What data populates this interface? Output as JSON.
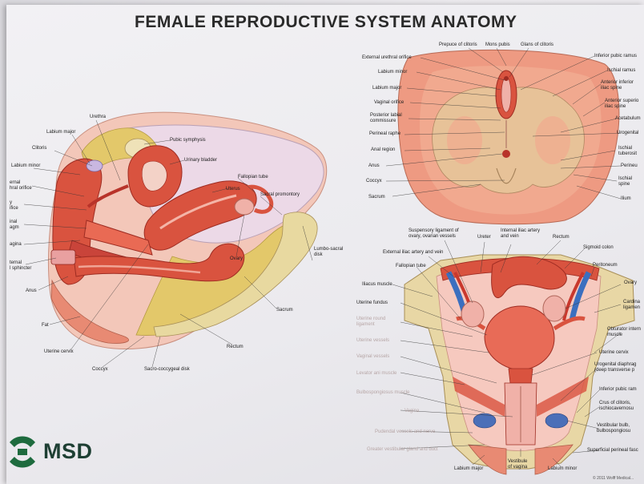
{
  "title": "FEMALE REPRODUCTIVE SYSTEM ANATOMY",
  "logo": {
    "text": "MSD",
    "icon": "msd-logo-icon"
  },
  "copyright": "© 2011 Wolff Medical...",
  "sagittal_labels": {
    "urethra": "Urethra",
    "labium_major": "Labium major",
    "clitoris": "Clitoris",
    "labium_minor": "Labium minor",
    "urethral_orifice": "ernal\nhral orifice",
    "vaginal_orifice": "y\nifice",
    "hymen": "inal\nagm",
    "vagina": "agina",
    "anal_sphincter": "ternal\nl sphincter",
    "anus": "Anus",
    "fat": "Fat",
    "uterine_cervix": "Uterine cervix",
    "coccyx": "Coccyx",
    "sacrococcygeal": "Sacro-coccygeal disk",
    "rectum": "Rectum",
    "sacrum": "Sacrum",
    "lumbosacral": "Lumbo-sacral\ndisk",
    "sacral_promontory": "Sacral promontory",
    "ovary": "Ovary",
    "fallopian_tube": "Fallopian tube",
    "uterus": "Uterus",
    "urinary_bladder": "Urinary bladder",
    "pubic_symphysis": "Pubic symphysis"
  },
  "perineum_labels": {
    "prepuce": "Prepuce of clitoris",
    "mons_pubis": "Mons pubis",
    "glans": "Glans of clitoris",
    "ext_urethral": "External urethral orifice",
    "labium_minor": "Labium minor",
    "labium_major": "Labium major",
    "vaginal_orifice": "Vaginal orifice",
    "post_labial": "Posterior labial\ncommissure",
    "perineal_raphe": "Perineal raphe",
    "anal_region": "Anal region",
    "anus": "Anus",
    "coccyx": "Coccyx",
    "sacrum": "Sacrum",
    "inf_pubic_ramus": "Inferior pubic ramus",
    "ischial_ramus": "Ischial ramus",
    "ant_inf_iliac": "Anterior inferior\niliac spine",
    "ant_sup_iliac": "Anterior superio\niliac spine",
    "acetabulum": "Acetabulum",
    "urogenital": "Urogenital",
    "ischial_tuberosity": "Ischial\ntuberosit",
    "perineum": "Perineu",
    "ischial_spine": "Ischial\nspine",
    "ilium": "Ilium"
  },
  "coronal_labels": {
    "suspensory": "Suspensory ligament of\novary, ovarian vessels",
    "ext_iliac": "External iliac artery and vein",
    "ureter": "Ureter",
    "int_iliac": "Internal iliac artery\nand vein",
    "rectum": "Rectum",
    "sigmoid": "Sigmoid colon",
    "peritoneum": "Peritoneum",
    "fallopian_tube": "Fallopian tube",
    "iliacus": "Iliacus muscle",
    "ovary": "Ovary",
    "uterine_fundus": "Uterine fundus",
    "cardinal": "Cardina\nligamen",
    "round_lig": "Uterine round\nligament",
    "obturator": "Obturator intern\nmuscle",
    "uterine_vessels": "Uterine vessels",
    "vaginal_vessels": "Vaginal vessels",
    "uterine_cervix": "Uterine cervix",
    "levator": "Levator ani muscle",
    "urogenital_diaph": "Urogenital diaphrag\n(deep transverse p",
    "bulbospongiosus_faded": "Bulbospongiosus muscle",
    "inf_pubic_ramus": "Inferior pubic ram",
    "vagina": "Vagina",
    "crus": "Crus of clitoris,\nischiocavernosu",
    "pudendal": "Pudendal vessels and nerve",
    "vestibular_bulb": "Vestibular bulb,\nbulbospongiosu",
    "gland": "Greater vestibular gland and duct",
    "superficial": "Superficial perineal fasc",
    "labium_major": "Labium major",
    "vestibule": "Vestibule\nof vagina",
    "labium_minor": "Labium minor"
  },
  "colors": {
    "tissue": "#d9533f",
    "tissue_dark": "#b8332a",
    "pink": "#f0b1a8",
    "fat": "#e3c86a",
    "bone": "#e8d9a0",
    "skin": "#e88a73",
    "peritoneum": "#ecd7e6",
    "logo_green": "#1e6b3e"
  }
}
